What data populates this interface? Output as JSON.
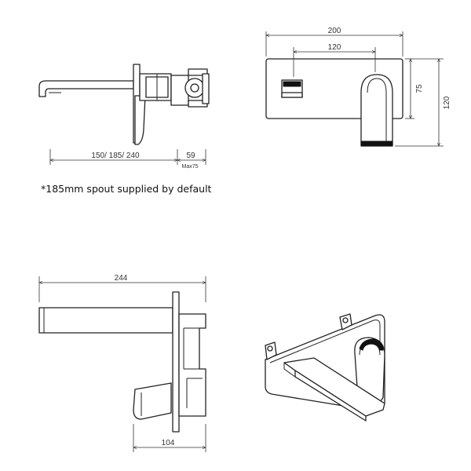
{
  "views": {
    "side_view": {
      "dim_spout": "150/ 185/ 240",
      "dim_body": "59",
      "dim_body_max": "Max75"
    },
    "front_view": {
      "dim_width": "200",
      "dim_centres": "120",
      "dim_height_inner": "75",
      "dim_height": "120"
    },
    "section_view": {
      "dim_overall": "244",
      "dim_body": "104"
    }
  },
  "note": "*185mm spout supplied by default"
}
